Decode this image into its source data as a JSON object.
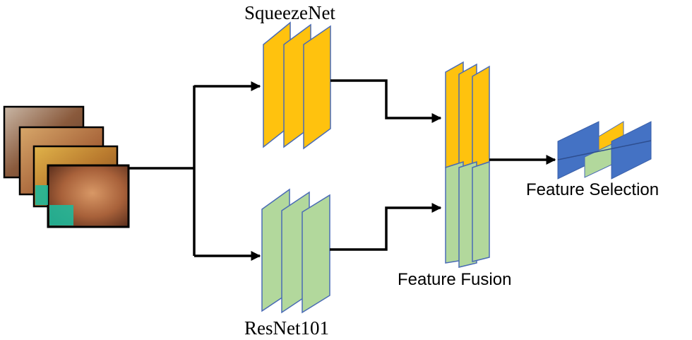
{
  "labels": {
    "squeezenet": "SqueezeNet",
    "resnet": "ResNet101",
    "fusion": "Feature Fusion",
    "selection": "Feature Selection"
  },
  "colors": {
    "squeezenet_fill": "#FFC20E",
    "resnet_fill": "#B2D89C",
    "layer_stroke": "#4A6BB5",
    "selection_blue": "#4472C4",
    "arrow": "#000000"
  }
}
